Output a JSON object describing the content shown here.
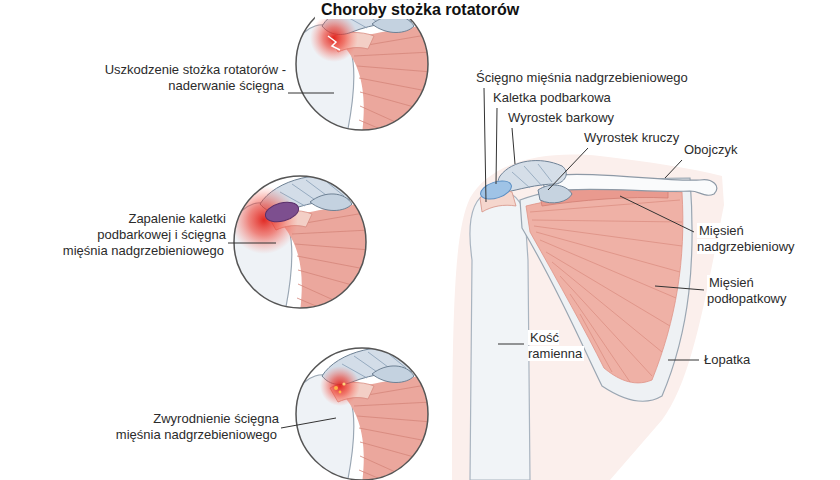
{
  "diagram": {
    "title": "Choroby stożka rotatorów",
    "labels": [
      "Uszkodzenie stożka rotatorów - naderwanie ścięgna",
      "Zapalenie kaletki podbarkowej i ścięgna mięśnia nadgrzebieniowego",
      "Zwyrodnienie ścięgna mięśnia nadgrzebieniowego",
      "Ścięgno mięśnia nadgrzebieniowego",
      "Kaletka podbarkowa",
      "Wyrostek barkowy",
      "Wyrostek kruczy",
      "Obojczyk",
      "Mięsień nadgrzebieniowy",
      "Mięsień podłopatkowy",
      "Kość ramienna",
      "Łopatka"
    ]
  }
}
